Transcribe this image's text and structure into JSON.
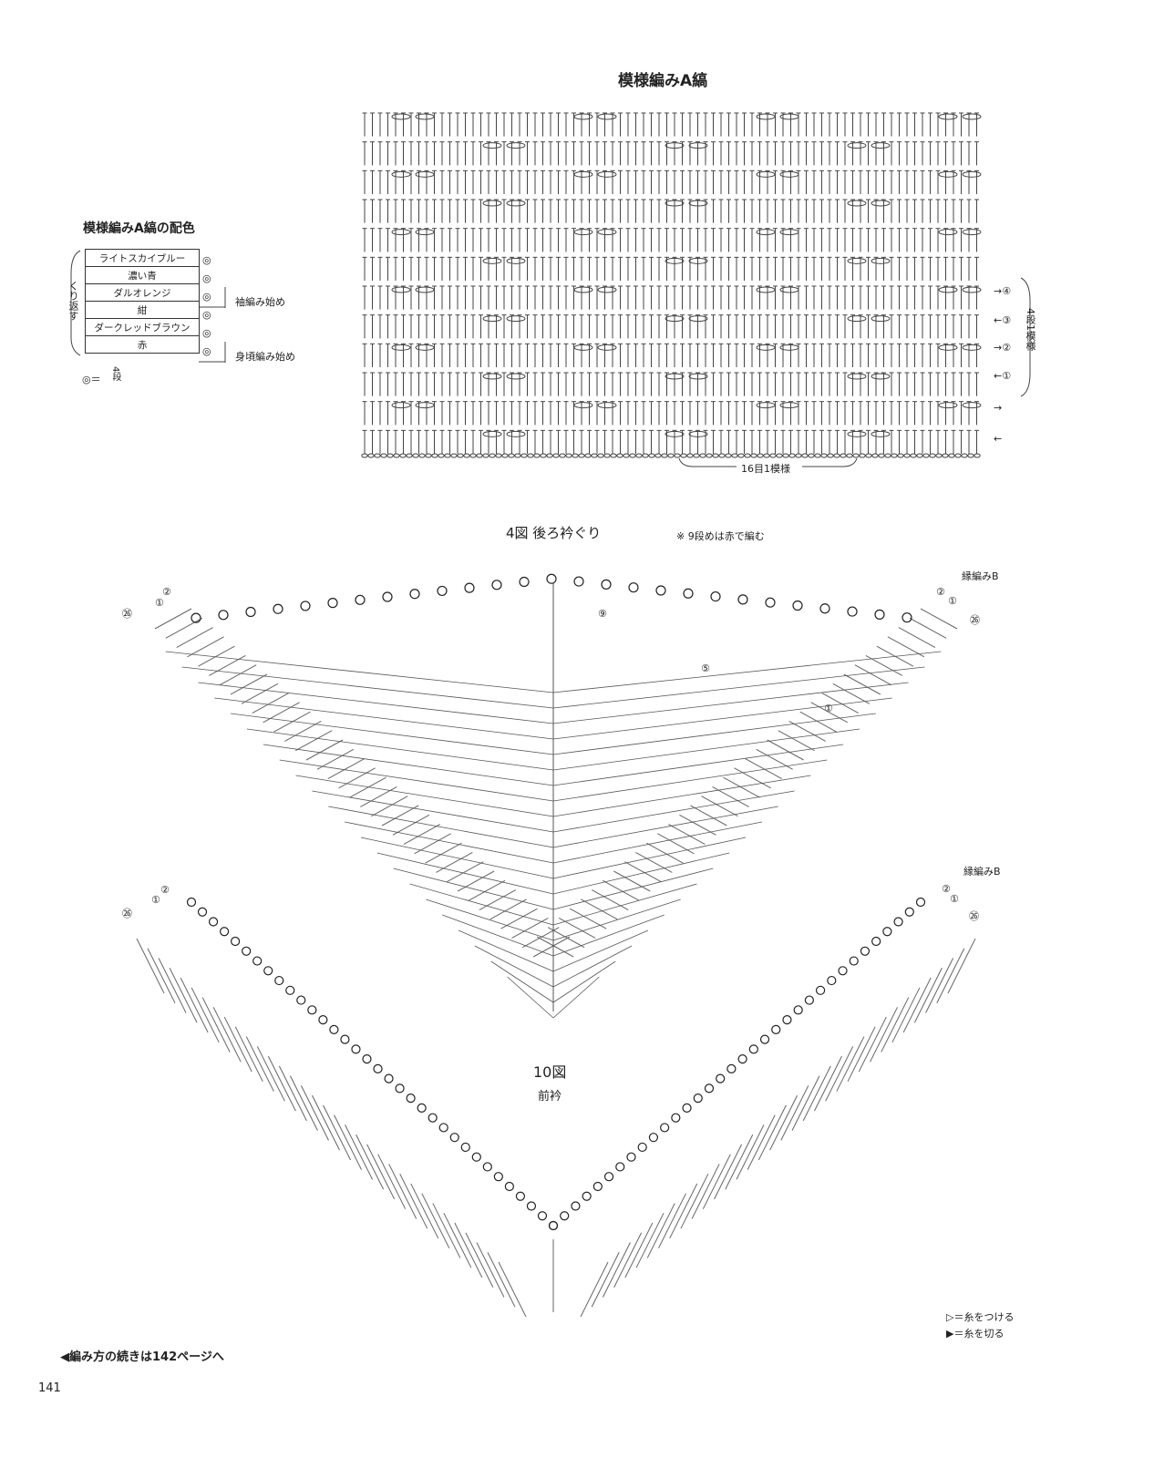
{
  "pattern_a": {
    "title": "模様編みA縞",
    "repeat_label": "16目1模様",
    "row_markers": [
      "④",
      "③",
      "②",
      "①"
    ],
    "rows_label": "4段1模様"
  },
  "color_table": {
    "title": "模様編みA縞の配色",
    "rows": [
      "ライトスカイブルー",
      "濃い青",
      "ダルオレンジ",
      "紺",
      "ダークレッドブラウン",
      "赤"
    ],
    "symbol": "◎",
    "side_label": "くり返す",
    "sleeve_start": "袖編み始め",
    "body_start": "身頃編み始め",
    "legend_left": "◎＝",
    "legend_value": "4段"
  },
  "figure4": {
    "title": "4図 後ろ衿ぐり",
    "note": "※ 9段めは赤で編む",
    "edge_label": "縁編みB",
    "marks": [
      "②",
      "①",
      "㉖",
      "⑨",
      "⑤",
      "①"
    ]
  },
  "figure10": {
    "title": "10図",
    "subtitle": "前衿",
    "edge_label": "縁編みB",
    "marks": [
      "②",
      "①",
      "㉖"
    ]
  },
  "legend": {
    "attach": "▷＝糸をつける",
    "cut": "▶＝糸を切る"
  },
  "footer": {
    "continued": "◀編み方の続きは142ページへ",
    "page_number": "141"
  }
}
